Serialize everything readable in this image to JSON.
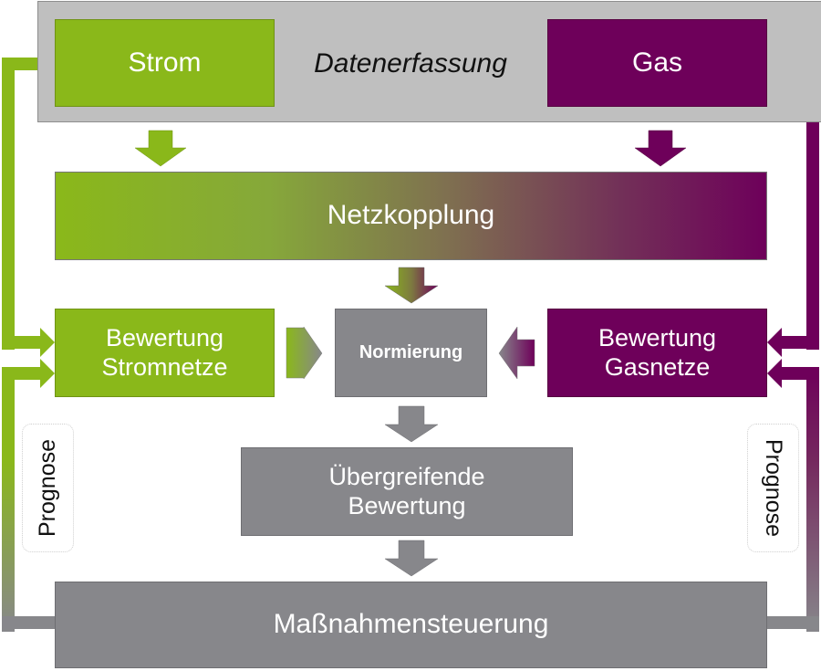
{
  "diagram": {
    "title": "Datenerfassung",
    "nodes": {
      "strom": "Strom",
      "gas": "Gas",
      "netzkopplung": "Netzkopplung",
      "bewertung_strom": [
        "Bewertung",
        "Stromnetze"
      ],
      "normierung": "Normierung",
      "bewertung_gas": [
        "Bewertung",
        "Gasnetze"
      ],
      "uebergreifend": [
        "Übergreifende",
        "Bewertung"
      ],
      "massnahmen": "Maßnahmensteuerung"
    },
    "feedback_labels": {
      "left": "Prognose",
      "right": "Prognose"
    },
    "colors": {
      "strom": "#8ab81a",
      "gas": "#6e005a",
      "neutral": "#87878b",
      "frame": "#bfbfbf"
    },
    "edges": [
      {
        "from": "Strom",
        "to": "Netzkopplung"
      },
      {
        "from": "Gas",
        "to": "Netzkopplung"
      },
      {
        "from": "Netzkopplung",
        "to": "Normierung"
      },
      {
        "from": "Bewertung Stromnetze",
        "to": "Normierung"
      },
      {
        "from": "Bewertung Gasnetze",
        "to": "Normierung"
      },
      {
        "from": "Normierung",
        "to": "Übergreifende Bewertung"
      },
      {
        "from": "Übergreifende Bewertung",
        "to": "Maßnahmensteuerung"
      },
      {
        "from": "Strom",
        "to": "Bewertung Stromnetze"
      },
      {
        "from": "Gas",
        "to": "Bewertung Gasnetze"
      },
      {
        "from": "Maßnahmensteuerung",
        "to": "Bewertung Stromnetze",
        "label": "Prognose"
      },
      {
        "from": "Maßnahmensteuerung",
        "to": "Bewertung Gasnetze",
        "label": "Prognose"
      }
    ]
  }
}
